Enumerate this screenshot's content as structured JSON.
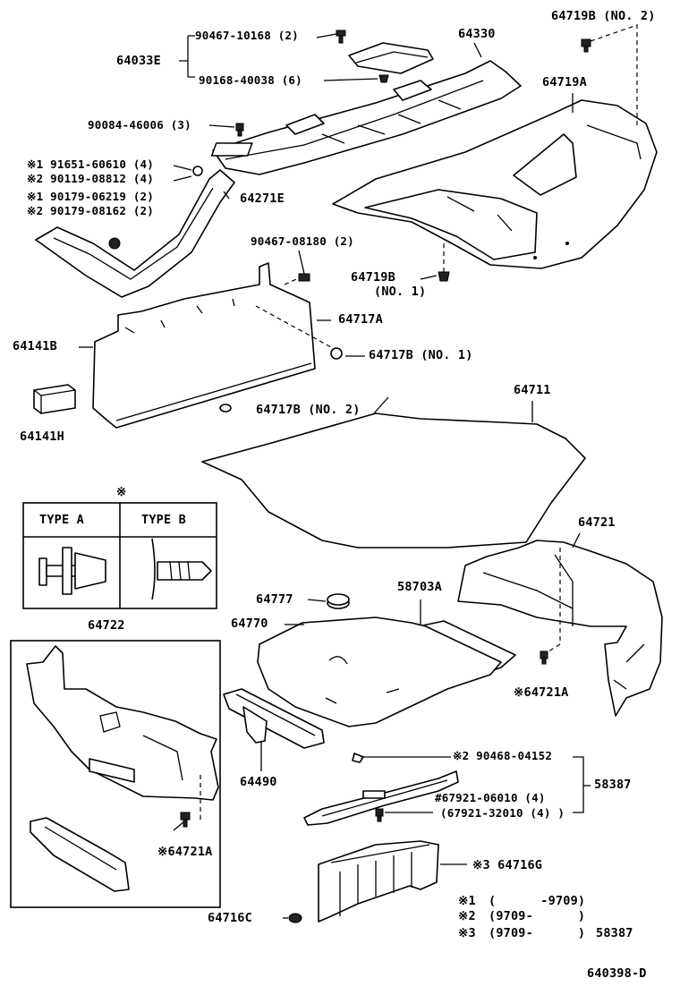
{
  "diagram_id": "640398-D",
  "callouts": {
    "c64033E": "64033E",
    "c90467_10168": "90467-10168 (2)",
    "c90168_40038": "90168-40038 (6)",
    "c64330": "64330",
    "c64719B_no2": "64719B (NO. 2)",
    "c64719A": "64719A",
    "c90084_46006": "90084-46006 (3)",
    "c91651_60610": "※1 91651-60610 (4)",
    "c90119_08812": "※2 90119-08812 (4)",
    "c90179_06219": "※1 90179-06219 (2)",
    "c90179_08162": "※2 90179-08162 (2)",
    "c64271E": "64271E",
    "c90467_08180": "90467-08180 (2)",
    "c64719B": "64719B",
    "c64719B_no1": "(NO. 1)",
    "c64717A": "64717A",
    "c64141B": "64141B",
    "c64717B_no1": "64717B (NO. 1)",
    "c64717B_no2": "64717B (NO. 2)",
    "c64141H": "64141H",
    "c64711": "64711",
    "c64721": "64721",
    "c64777": "64777",
    "c58703A": "58703A",
    "c64770": "64770",
    "c64722": "64722",
    "c64721A_r": "※64721A",
    "c64490": "64490",
    "c90468_04152": "※2 90468-04152",
    "c58387": "58387",
    "c67921_06010": "#67921-06010 (4)",
    "c67921_32010": "(67921-32010 (4) )",
    "c64721A_l": "※64721A",
    "c64716G": "※3 64716G",
    "c64716C": "64716C"
  },
  "clip_table": {
    "header_mark": "※",
    "type_a": "TYPE  A",
    "type_b": "TYPE  B"
  },
  "notes": [
    {
      "mark": "※1",
      "range": "(      -9709)",
      "part": ""
    },
    {
      "mark": "※2",
      "range": "(9709-      )",
      "part": ""
    },
    {
      "mark": "※3",
      "range": "(9709-      )",
      "part": "58387"
    }
  ]
}
